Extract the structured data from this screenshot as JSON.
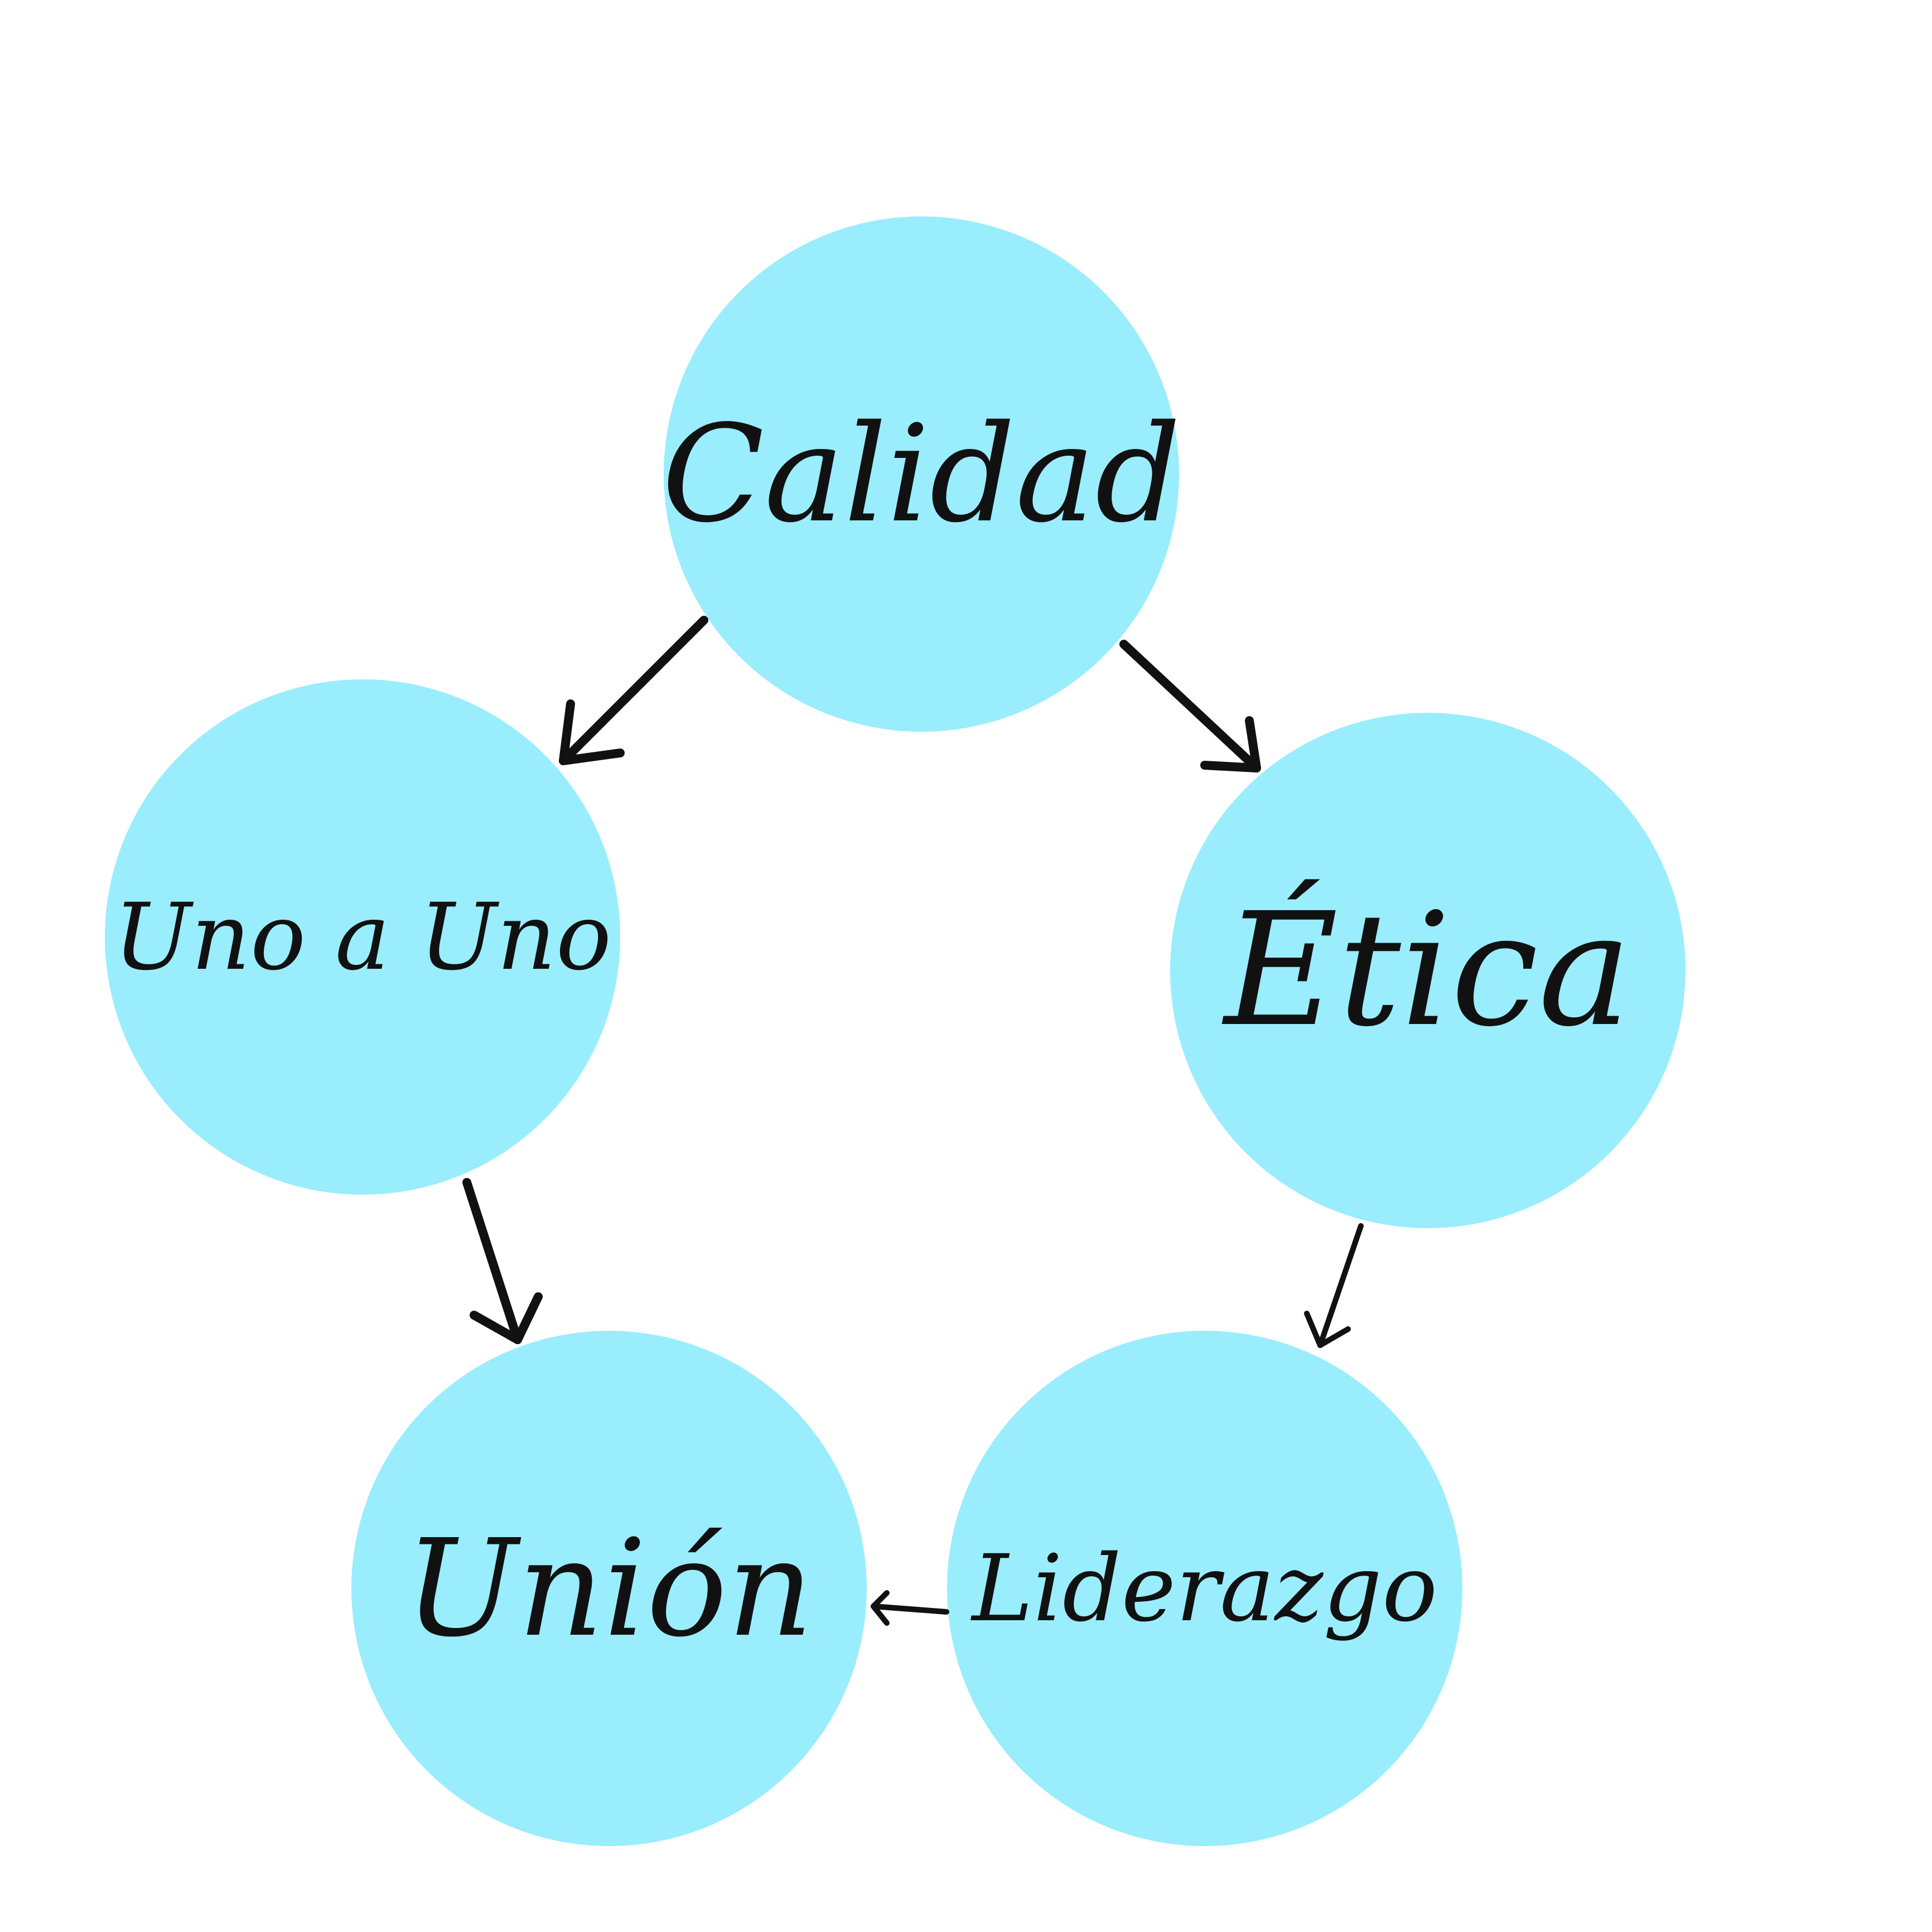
{
  "diagram": {
    "background_color": "#ffffff",
    "node_color": "#9aedfd",
    "text_color": "#111111",
    "nodes": [
      {
        "id": "calidad",
        "label": "Calidad"
      },
      {
        "id": "uno-a-uno",
        "label": "Uno a Uno"
      },
      {
        "id": "etica",
        "label": "Ética"
      },
      {
        "id": "union",
        "label": "Unión"
      },
      {
        "id": "liderazgo",
        "label": "Liderazgo"
      }
    ],
    "edges": [
      {
        "from": "calidad",
        "to": "uno-a-uno"
      },
      {
        "from": "calidad",
        "to": "etica"
      },
      {
        "from": "uno-a-uno",
        "to": "union"
      },
      {
        "from": "etica",
        "to": "liderazgo"
      },
      {
        "from": "liderazgo",
        "to": "union"
      }
    ]
  }
}
